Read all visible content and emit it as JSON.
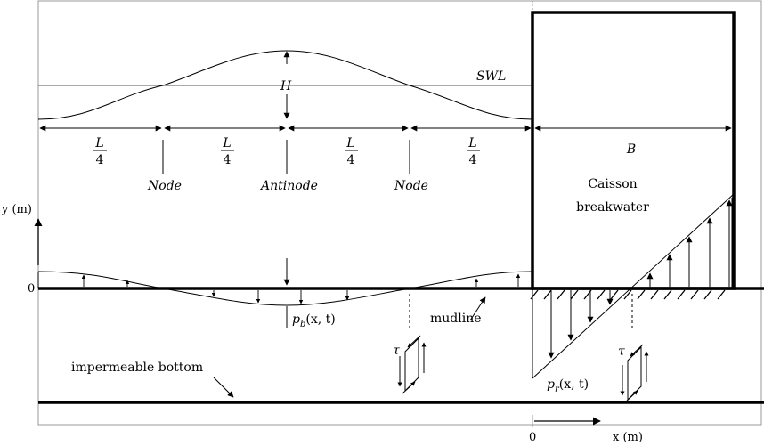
{
  "labels": {
    "swl": "SWL",
    "height": "H",
    "quarter_num": "L",
    "quarter_den": "4",
    "node": "Node",
    "antinode": "Antinode",
    "caisson_width": "B",
    "caisson_line1": "Caisson",
    "caisson_line2": "breakwater",
    "y_axis": "y (m)",
    "x_axis": "x (m)",
    "y_origin": "0",
    "x_origin": "0",
    "pb": "p",
    "pb_sub": "b",
    "pb_args": "(x, t)",
    "pr": "p",
    "pr_sub": "r",
    "pr_args": "(x, t)",
    "mudline": "mudline",
    "bottom": "impermeable bottom",
    "tau": "τ"
  },
  "colors": {
    "ink": "#000000",
    "frame": "#999999",
    "background": "#ffffff"
  }
}
